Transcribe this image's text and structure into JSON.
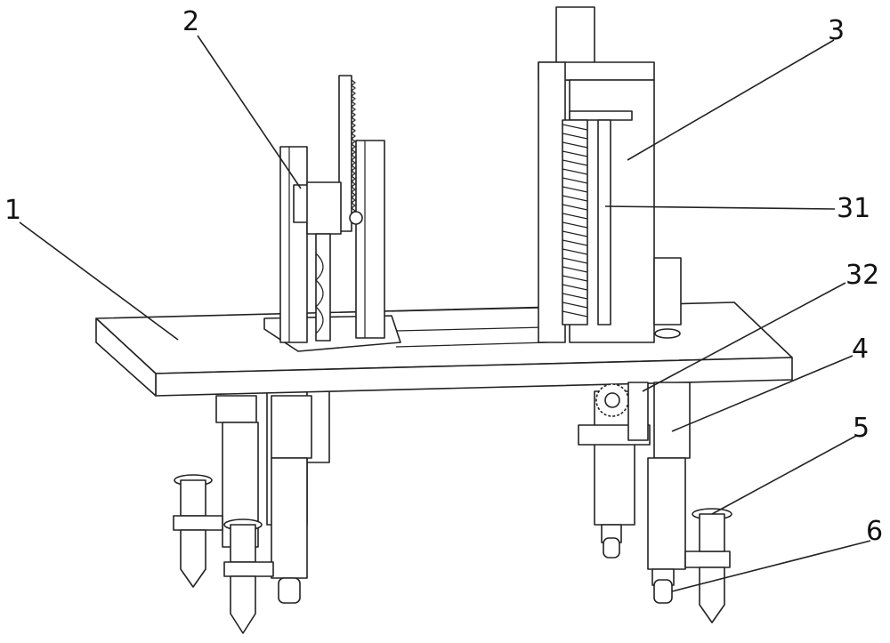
{
  "figure": {
    "labels": {
      "frame_table": "1",
      "drill_assembly": "2",
      "lift_frame": "3",
      "lead_screw": "31",
      "gear": "32",
      "leg": "4",
      "stake": "5",
      "caster_wheel": "6"
    }
  }
}
